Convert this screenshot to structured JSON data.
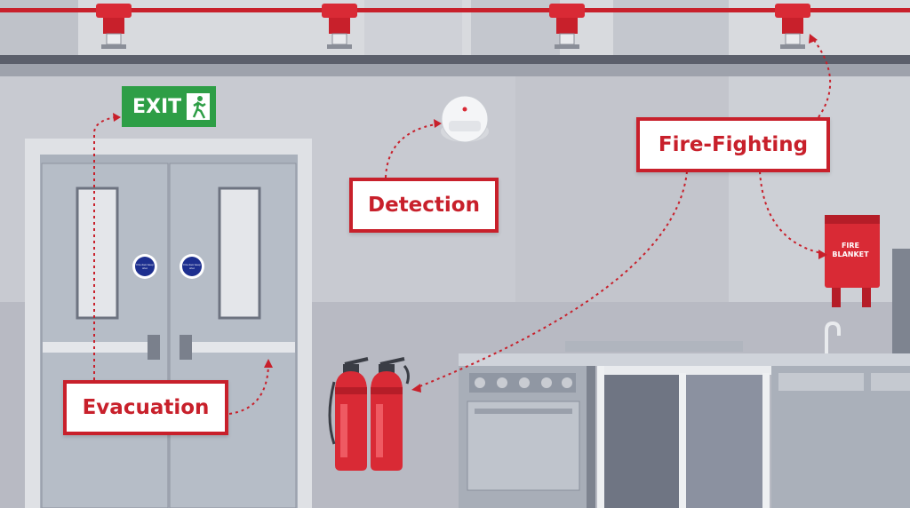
{
  "colors": {
    "accent_red": "#c8202b",
    "wall": "#c9cbd2",
    "floor": "#b9bbc4",
    "exit_green": "#2e9e46",
    "door": "#b5bcc6",
    "steel": "#9aa1ad"
  },
  "signs": {
    "exit": "EXIT",
    "door_left": "Fire door keep shut",
    "door_right": "Fire door keep shut",
    "fire_blanket": "FIRE BLANKET"
  },
  "callouts": {
    "evacuation": "Evacuation",
    "detection": "Detection",
    "fire_fighting": "Fire-Fighting"
  },
  "icons": [
    "sprinkler-icon",
    "smoke-detector-icon",
    "exit-running-man-icon",
    "fire-extinguisher-icon",
    "fire-blanket-icon"
  ]
}
